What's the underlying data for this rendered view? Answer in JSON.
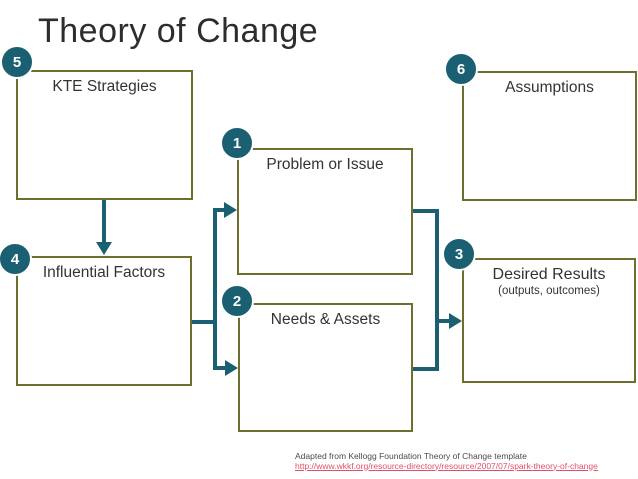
{
  "title": "Theory of Change",
  "boxes": {
    "kte": {
      "number": "5",
      "label": "KTE Strategies"
    },
    "assumptions": {
      "number": "6",
      "label": "Assumptions"
    },
    "problem": {
      "number": "1",
      "label": "Problem or Issue"
    },
    "influential": {
      "number": "4",
      "label": "Influential Factors"
    },
    "needs": {
      "number": "2",
      "label": "Needs & Assets"
    },
    "desired": {
      "number": "3",
      "label": "Desired Results",
      "sublabel": "(outputs, outcomes)"
    }
  },
  "footer": {
    "credit": "Adapted from Kellogg Foundation Theory of Change template",
    "url": "http://www.wkkf.org/resource-directory/resource/2007/07/spark-theory-of-change"
  },
  "theme": {
    "accent_teal": "#1b6072",
    "box_border_olive": "#6e6e2e",
    "url_red": "#e0506a",
    "title_color": "#2d2d2d",
    "label_color": "#333333",
    "credit_color": "#4a4a4a"
  }
}
